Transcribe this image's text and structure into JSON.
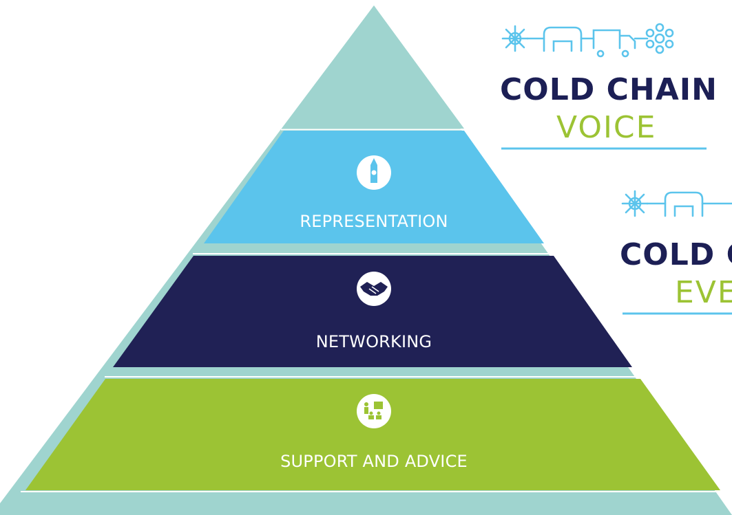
{
  "colors": {
    "top": "#9fd4cf",
    "representation": "#5bc4ec",
    "networking": "#202155",
    "support": "#9cc334",
    "separator": "#9fd4cf",
    "logo_navy": "#1c1f55",
    "logo_green": "#9cc334",
    "logo_line": "#5bc4ec"
  },
  "pyramid": {
    "tiers": [
      {
        "id": "representation",
        "label": "REPRESENTATION",
        "icon": "big-ben-icon"
      },
      {
        "id": "networking",
        "label": "NETWORKING",
        "icon": "handshake-icon"
      },
      {
        "id": "support",
        "label": "SUPPORT AND ADVICE",
        "icon": "presentation-icon"
      }
    ]
  },
  "logos": [
    {
      "title": "COLD CHAIN",
      "subtitle": "VOICE",
      "icons": [
        "snowflake-sun-icon",
        "warehouse-icon",
        "truck-icon",
        "snowflake-icon"
      ]
    },
    {
      "title": "COLD C",
      "subtitle": "EVEI",
      "icons": [
        "snowflake-sun-icon",
        "warehouse-icon"
      ]
    }
  ]
}
